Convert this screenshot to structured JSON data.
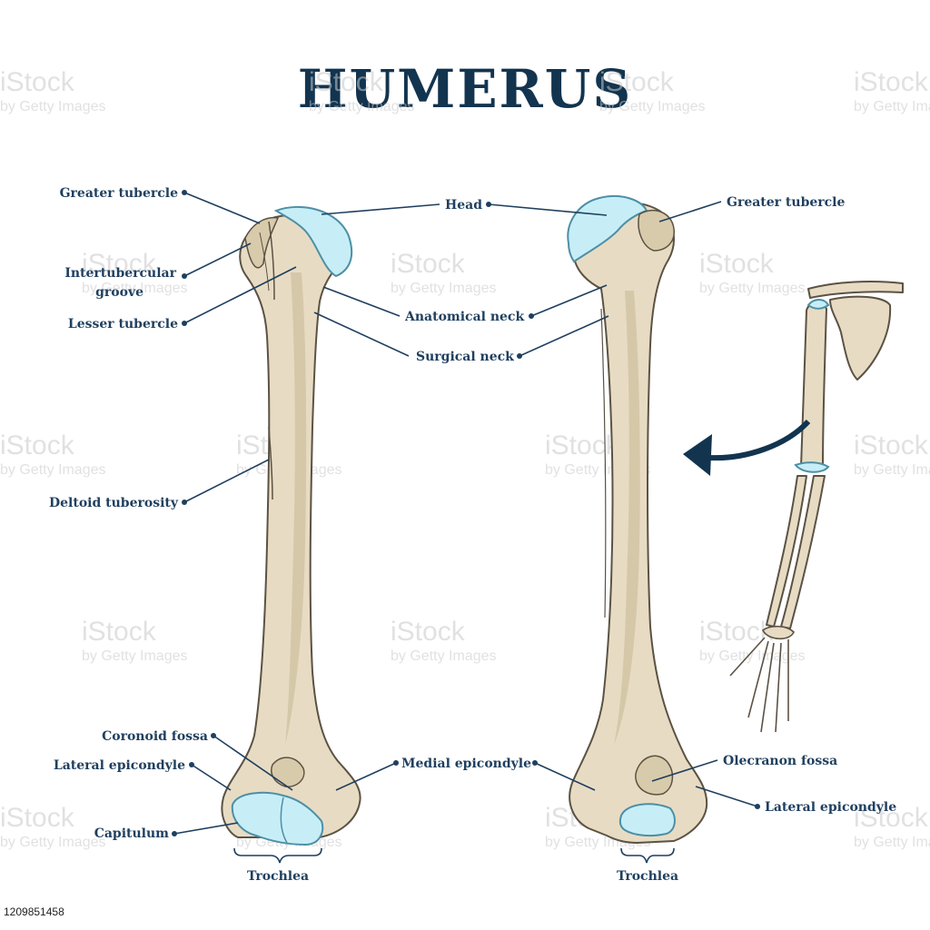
{
  "title": "HUMERUS",
  "labels": {
    "greater_tubercle_left": "Greater tubercle",
    "intertubercular_groove_line1": "Intertubercular",
    "intertubercular_groove_line2": "groove",
    "lesser_tubercle": "Lesser tubercle",
    "head": "Head",
    "greater_tubercle_right": "Greater tubercle",
    "anatomical_neck": "Anatomical neck",
    "surgical_neck": "Surgical neck",
    "deltoid_tuberosity": "Deltoid tuberosity",
    "coronoid_fossa": "Coronoid fossa",
    "lateral_epicondyle_left": "Lateral epicondyle",
    "capitulum": "Capitulum",
    "trochlea_left": "Trochlea",
    "medial_epicondyle": "Medial epicondyle",
    "olecranon_fossa": "Olecranon fossa",
    "lateral_epicondyle_right": "Lateral epicondyle",
    "trochlea_right": "Trochlea"
  },
  "watermark": {
    "brand": "iStock",
    "sub": "by Getty Images"
  },
  "image_id": "1209851458",
  "colors": {
    "title": "#12344f",
    "label": "#1f3f5f",
    "bone": "#e7dcc3",
    "cartilage": "#c7eef7",
    "arrow": "#12344f"
  }
}
